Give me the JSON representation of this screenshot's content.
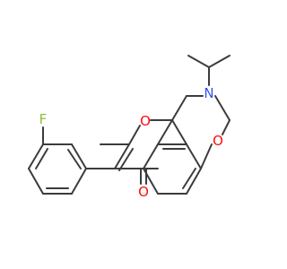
{
  "molecule": {
    "atom_labels": {
      "fluorine": "F",
      "nitrogen": "N",
      "ring_oxygen_pyran": "O",
      "ring_oxygen_oxazine": "O",
      "carbonyl_oxygen": "O"
    }
  },
  "colors": {
    "bond": "#3c3c3c",
    "fluorine": "#8fbc3c",
    "nitrogen": "#3050f8",
    "oxygen": "#ff0d0d",
    "background": "#ffffff"
  }
}
